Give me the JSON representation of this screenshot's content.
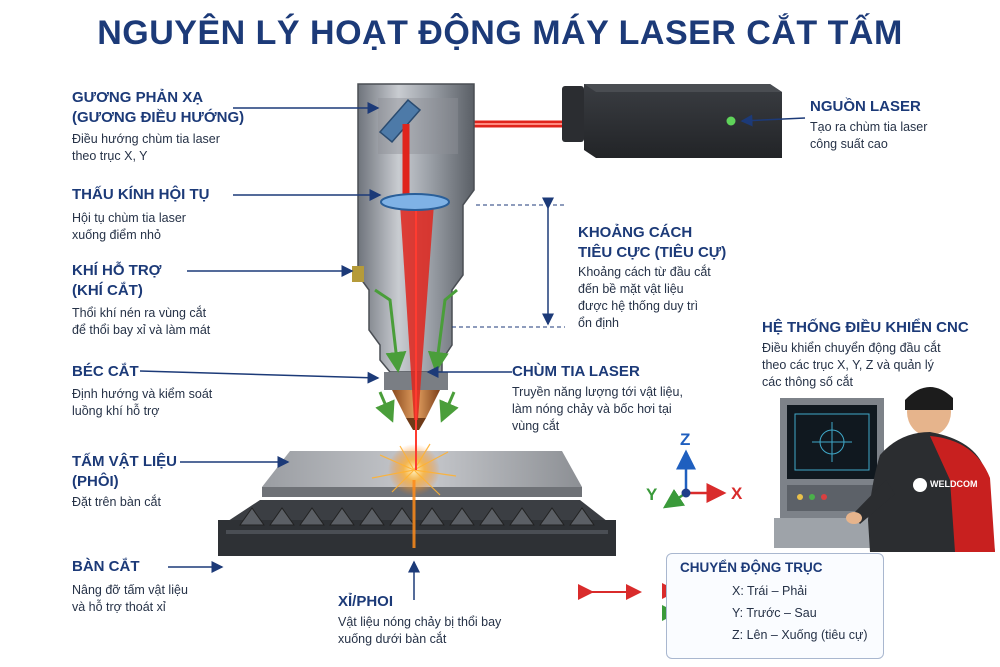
{
  "title": "NGUYÊN LÝ HOẠT ĐỘNG MÁY LASER CẮT TẤM",
  "labels": {
    "mirror": {
      "heading": "GƯƠNG PHẢN XẠ\n(GƯƠNG ĐIỀU HƯỚNG)",
      "desc": "Điều hướng chùm tia laser\ntheo trục X, Y"
    },
    "lens": {
      "heading": "THẤU KÍNH HỘI TỤ",
      "desc": "Hội tụ chùm tia laser\nxuống điểm nhỏ"
    },
    "gas": {
      "heading": "KHÍ HỖ TRỢ\n(KHÍ CẮT)",
      "desc": "Thổi khí nén ra vùng cắt\nđể thổi bay xỉ và làm mát"
    },
    "nozzle": {
      "heading": "BÉC CẮT",
      "desc": "Định hướng và kiểm soát\nluồng khí hỗ trợ"
    },
    "sheet": {
      "heading": "TẤM VẬT LIỆU\n(PHÔI)",
      "desc": "Đặt trên bàn cắt"
    },
    "table": {
      "heading": "BÀN CẮT",
      "desc": "Nâng đỡ tấm vật liệu\nvà hỗ trợ thoát xỉ"
    },
    "slag": {
      "heading": "XỈ/PHOI",
      "desc": "Vật liệu nóng chảy bị thổi bay\nxuống dưới bàn cắt"
    },
    "source": {
      "heading": "NGUỒN LASER",
      "desc": "Tạo ra chùm tia laser\ncông suất cao"
    },
    "focal": {
      "heading": "KHOẢNG CÁCH\nTIÊU CỰC (TIÊU CỰ)",
      "desc": "Khoảng cách từ đầu cắt\nđến bề mặt vật liệu\nđược hệ thống duy trì\nổn định"
    },
    "beam": {
      "heading": "CHÙM TIA LASER",
      "desc": "Truyền năng lượng tới vật liệu,\nlàm nóng chảy và bốc hơi tại\nvùng cắt"
    },
    "cnc": {
      "heading": "HỆ THỐNG ĐIỀU KHIỂN CNC",
      "desc": "Điều khiển chuyển động đầu cắt\ntheo các trục X, Y, Z và quản lý\ncác thông số cắt"
    }
  },
  "axes": {
    "x": "X",
    "y": "Y",
    "z": "Z"
  },
  "legend": {
    "title": "CHUYỂN ĐỘNG TRỤC",
    "items": [
      {
        "text": "X: Trái – Phải",
        "color": "#d92b2b"
      },
      {
        "text": "Y: Trước – Sau",
        "color": "#3a9a3a"
      },
      {
        "text": "Z: Lên – Xuống (tiêu cự)",
        "color": "#1f3d8a"
      }
    ]
  },
  "brand": "WELDCOM",
  "colors": {
    "title": "#1c3a78",
    "laser": "#e0241c",
    "gas": "#4a9e3a",
    "axis_z": "#1f5fbf"
  }
}
